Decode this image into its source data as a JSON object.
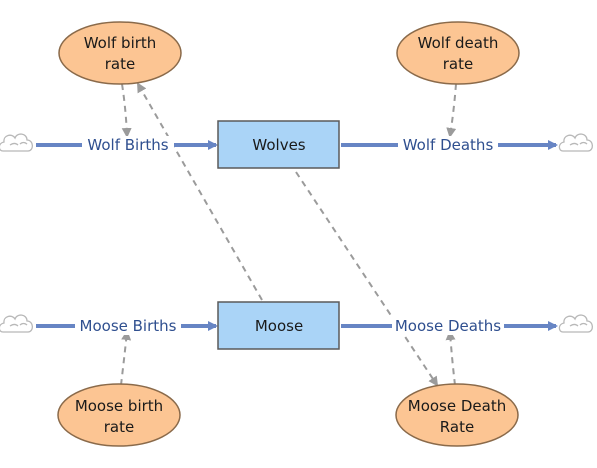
{
  "stocks": {
    "wolves": "Wolves",
    "moose": "Moose"
  },
  "flows": {
    "wolf_births": "Wolf Births",
    "wolf_deaths": "Wolf Deaths",
    "moose_births": "Moose Births",
    "moose_deaths": "Moose Deaths"
  },
  "variables": {
    "wolf_birth_rate": [
      "Wolf birth",
      "rate"
    ],
    "wolf_death_rate": [
      "Wolf death",
      "rate"
    ],
    "moose_birth_rate": [
      "Moose birth",
      "rate"
    ],
    "moose_death_rate": [
      "Moose Death",
      "Rate"
    ]
  },
  "colors": {
    "stock_fill": "#aad4f7",
    "stock_stroke": "#5a5a5a",
    "variable_fill": "#fcc593",
    "variable_stroke": "#8a6a4a",
    "flow": "#6785c4",
    "link": "#9b9b9b"
  }
}
